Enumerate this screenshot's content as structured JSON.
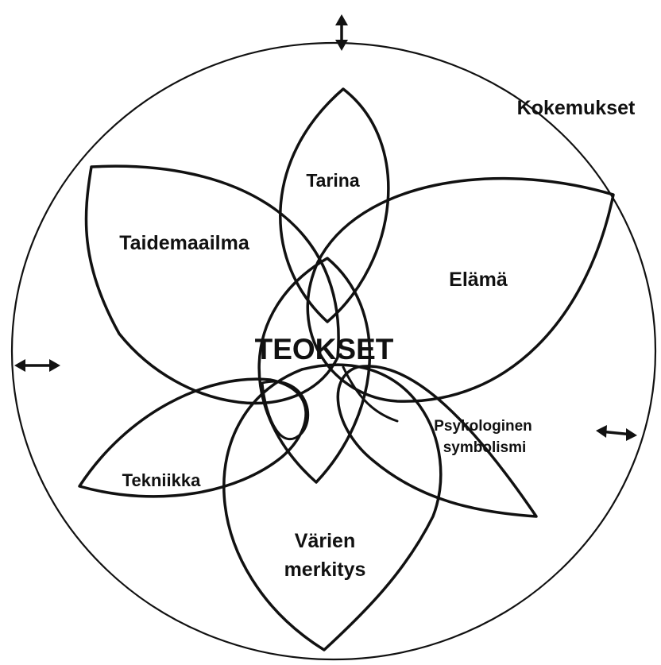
{
  "diagram": {
    "center_label": "TEOKSET",
    "outer_label": "Kokemukset",
    "petals": [
      {
        "id": "tarina",
        "label": "Tarina"
      },
      {
        "id": "taidemaailma",
        "label": "Taidemaailma"
      },
      {
        "id": "elama",
        "label": "Elämä"
      },
      {
        "id": "tekniikka",
        "label": "Tekniikka"
      },
      {
        "id": "psykologinen",
        "label_line1": "Psykologinen",
        "label_line2": "symbolismi"
      },
      {
        "id": "varien",
        "label_line1": "Värien",
        "label_line2": "merkitys"
      }
    ],
    "arrows": [
      "up-down-arrow-icon",
      "left-right-arrow-icon",
      "left-right-arrow-icon"
    ],
    "colors": {
      "ink": "#111111",
      "background": "#ffffff"
    }
  }
}
